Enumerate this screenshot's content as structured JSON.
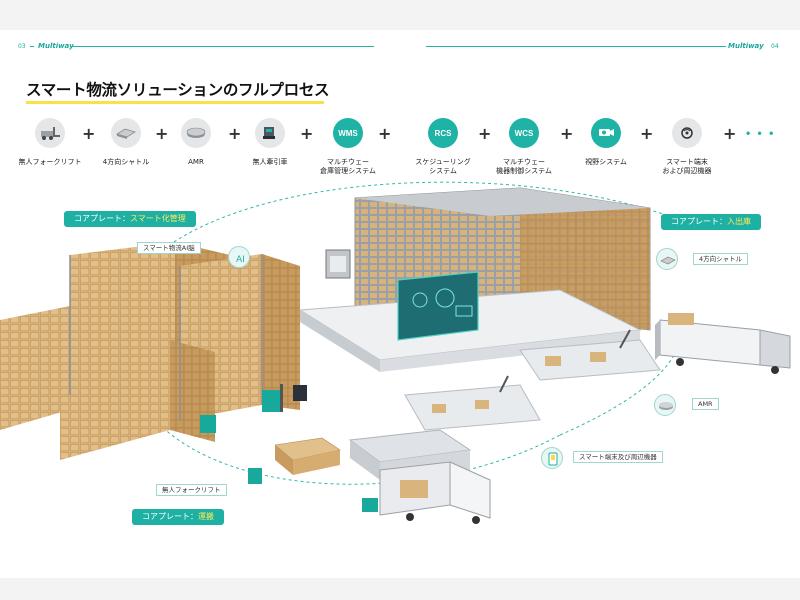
{
  "header": {
    "left_page_number": "03",
    "left_brand": "Multiway",
    "right_brand": "Multiway",
    "right_page_number": "04"
  },
  "title": "スマート物流ソリューションのフルプロセス",
  "process": [
    {
      "label": "無人フォークリフト",
      "icon": "forklift-icon",
      "style": "grey"
    },
    {
      "label": "4方向シャトル",
      "icon": "shuttle-icon",
      "style": "grey"
    },
    {
      "label": "AMR",
      "icon": "amr-icon",
      "style": "grey"
    },
    {
      "label": "無人牽引車",
      "icon": "tow-tractor-icon",
      "style": "grey"
    },
    {
      "label": "マルチウェー\n倉庫管理システム",
      "icon_text": "WMS",
      "style": "teal"
    },
    {
      "label": "スケジューリング\nシステム",
      "icon_text": "RCS",
      "style": "teal"
    },
    {
      "label": "マルチウェー\n機器制御システム",
      "icon_text": "WCS",
      "style": "teal"
    },
    {
      "label": "視野システム",
      "icon": "camera-icon",
      "style": "teal"
    },
    {
      "label": "スマート端末\nおよび周辺機器",
      "icon": "terminal-icon",
      "style": "grey"
    }
  ],
  "more_symbol": "• • •",
  "plus_symbol": "+",
  "core_plates": {
    "smart_management": {
      "prefix": "コアプレート：",
      "label": "スマート化管理"
    },
    "inbound_outbound": {
      "prefix": "コアプレート：",
      "label": "入出庫"
    },
    "transport": {
      "prefix": "コアプレート：",
      "label": "運搬"
    }
  },
  "callouts": {
    "ai_brain": "スマート物流AI脳",
    "shuttle": "4方向シャトル",
    "amr": "AMR",
    "terminal": "スマート端末及び周辺機器",
    "forklift": "無人フォークリフト"
  },
  "colors": {
    "teal": "#1fb0a4",
    "accent_yellow": "#ffea5a",
    "underline_yellow": "#f6e34a",
    "box_tan": "#d7b17a",
    "rack_grey": "#8c9096"
  }
}
